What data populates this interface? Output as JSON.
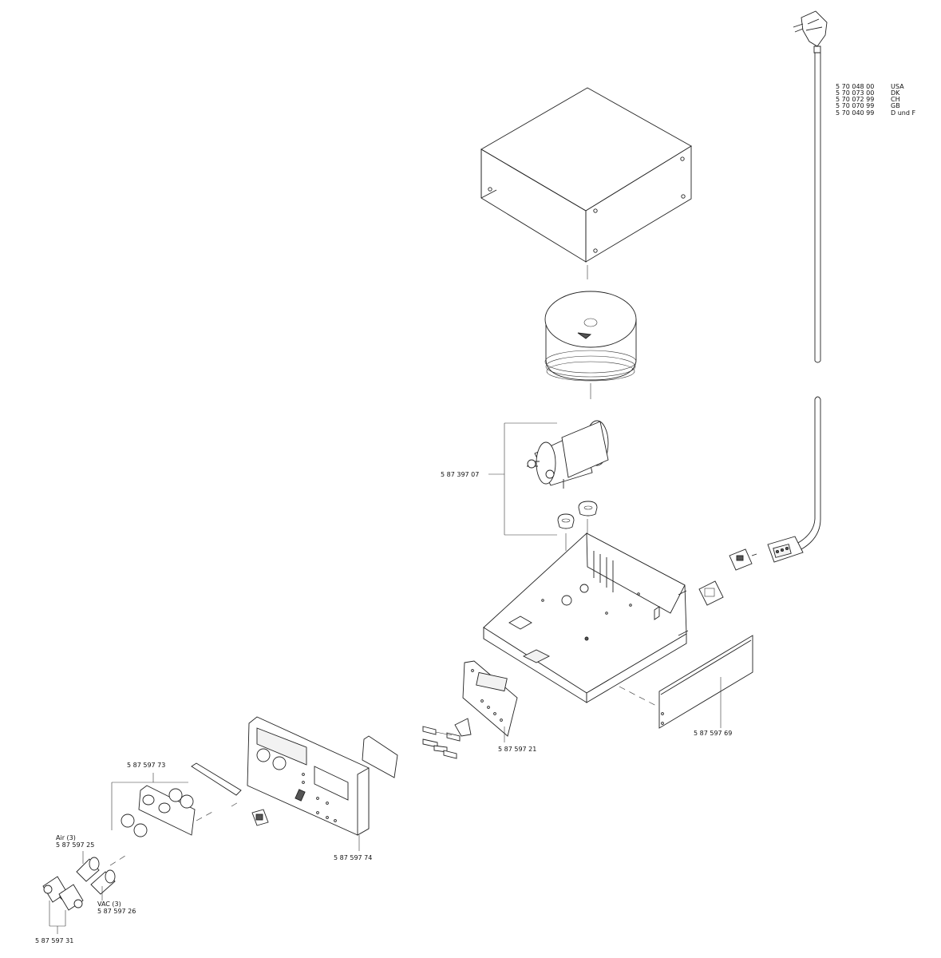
{
  "cord_variants": [
    {
      "part": "5 70 048 00",
      "country": "USA"
    },
    {
      "part": "5 70 073 00",
      "country": "DK"
    },
    {
      "part": "5 70 072 99",
      "country": "CH"
    },
    {
      "part": "5 70 070 99",
      "country": "GB"
    },
    {
      "part": "5 70 040 99",
      "country": "D und F"
    }
  ],
  "labels": {
    "pump": "5 87 397 07",
    "side_panel": "5 87 597 69",
    "rear_bracket": "5 87 597 21",
    "connector_panel": "5 87 597 73",
    "front_panel": "5 87 597 74",
    "air_title": "Air (3)",
    "air_part": "5 87 597 25",
    "vac_title": "VAC (3)",
    "vac_part": "5 87 597 26",
    "fitting_part": "5 87 597 31"
  }
}
